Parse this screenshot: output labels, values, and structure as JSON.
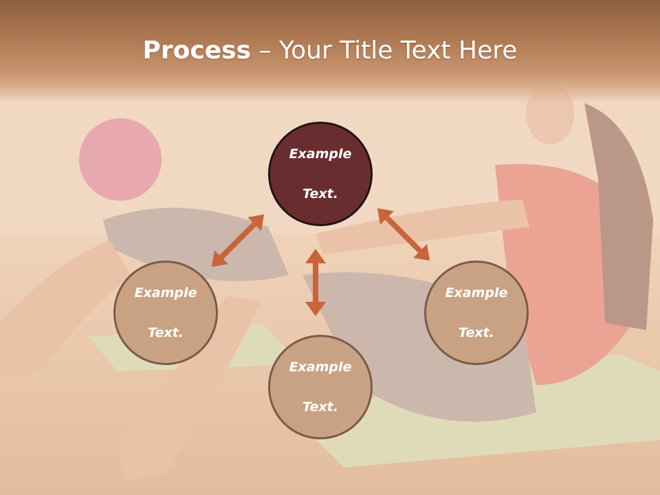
{
  "slide": {
    "title_bold": "Process",
    "title_rest": " – Your Title Text Here"
  },
  "diagram": {
    "center": {
      "line1": "Example",
      "line2": "Text."
    },
    "left": {
      "line1": "Example",
      "line2": "Text."
    },
    "right": {
      "line1": "Example",
      "line2": "Text."
    },
    "bottom": {
      "line1": "Example",
      "line2": "Text."
    }
  },
  "colors": {
    "center_fill": "#6a2d2f",
    "node_fill": "#c9a283",
    "arrow": "#c8643a",
    "title_band": "#a87450"
  }
}
